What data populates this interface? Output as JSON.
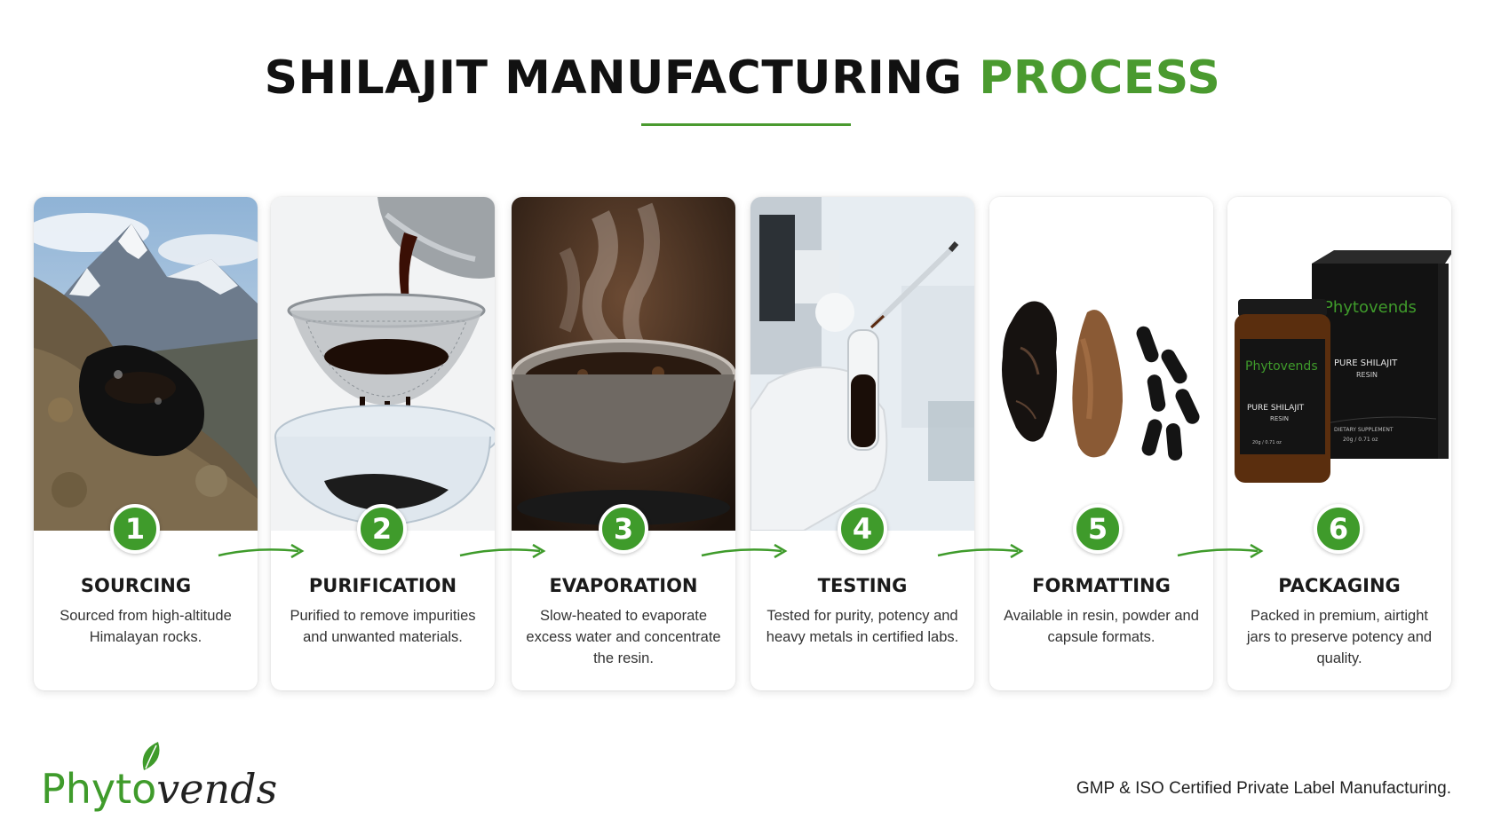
{
  "title": {
    "main": "SHILAJIT MANUFACTURING",
    "accent": "PROCESS"
  },
  "colors": {
    "brand_green": "#3f9b2b",
    "accent_green": "#4a9a2f",
    "text_dark": "#1a1a1a"
  },
  "steps": [
    {
      "number": "1",
      "title": "SOURCING",
      "desc": "Sourced from high-altitude Himalayan rocks."
    },
    {
      "number": "2",
      "title": "PURIFICATION",
      "desc": "Purified to remove impurities and unwanted materials."
    },
    {
      "number": "3",
      "title": "EVAPORATION",
      "desc": "Slow-heated to evaporate excess water and concentrate the resin."
    },
    {
      "number": "4",
      "title": "TESTING",
      "desc": "Tested for purity, potency and heavy metals in certified labs."
    },
    {
      "number": "5",
      "title": "FORMATTING",
      "desc": "Available in resin, powder and capsule formats."
    },
    {
      "number": "6",
      "title": "PACKAGING",
      "desc": "Packed in premium, airtight jars to preserve potency and quality."
    }
  ],
  "product_labels": {
    "brand": "Phytovends",
    "jar_line1": "PURE SHILAJIT",
    "jar_line2": "RESIN",
    "jar_small": "DIETARY SUPPLEMENT",
    "jar_weight": "20g / 0.71 oz"
  },
  "logo": {
    "part1": "Phyto",
    "part2": "vends"
  },
  "footer": {
    "note": "GMP & ISO Certified Private Label Manufacturing."
  }
}
